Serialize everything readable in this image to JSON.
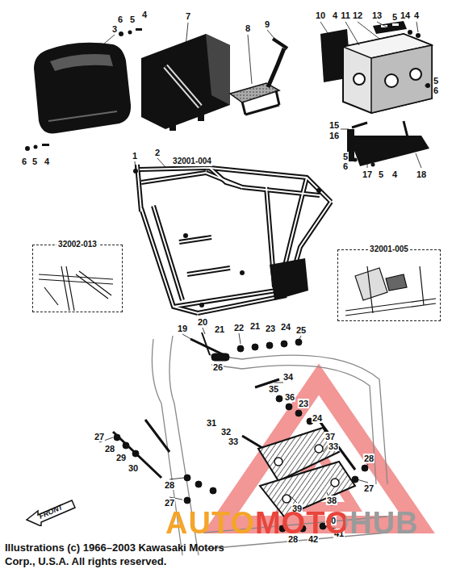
{
  "diagram": {
    "caption": "Illustrations (c) 1966–2003 Kawasaki Motors Corp., U.S.A. All rights reserved.",
    "nodes": [
      {
        "text": [
          "32002-013"
        ]
      },
      {
        "text": [
          "32001-005"
        ]
      },
      {
        "text": [
          "FRONT"
        ]
      }
    ],
    "labels": [
      "3",
      "6",
      "5",
      "4",
      "7",
      "8",
      "9",
      "10",
      "4",
      "11",
      "12",
      "13",
      "5",
      "14",
      "4",
      "5",
      "6",
      "15",
      "16",
      "5",
      "6",
      "17",
      "5",
      "4",
      "18",
      "6",
      "5",
      "4",
      "1",
      "2",
      "32001-004",
      "19",
      "20",
      "21",
      "22",
      "21",
      "23",
      "24",
      "25",
      "26",
      "34",
      "35",
      "36",
      "23",
      "24",
      "31",
      "32",
      "33",
      "37",
      "33",
      "28",
      "27",
      "38",
      "39",
      "40",
      "41",
      "42",
      "28",
      "27",
      "28",
      "29",
      "30",
      "28",
      "27",
      "AUTOMOTOHUB"
    ]
  }
}
